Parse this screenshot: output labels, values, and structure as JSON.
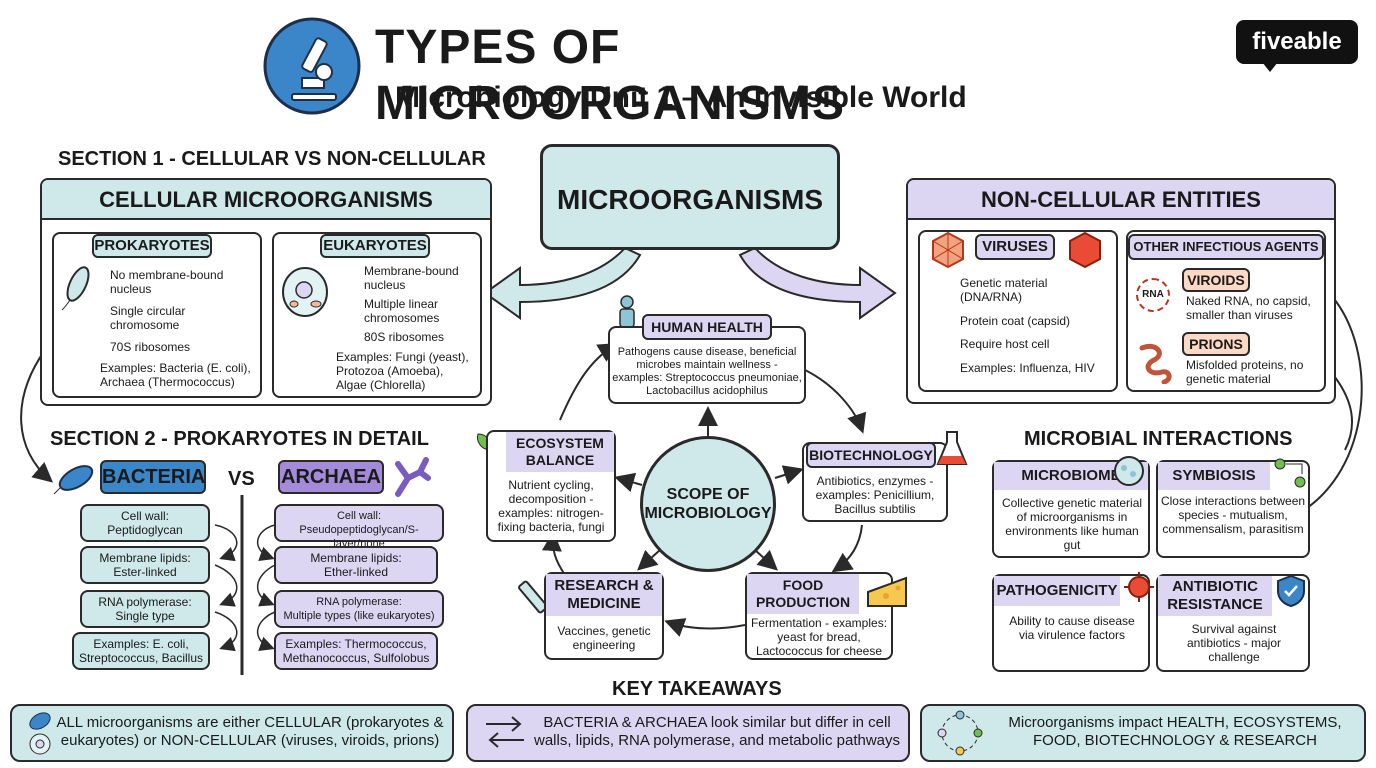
{
  "header": {
    "title": "TYPES OF MICROORGANISMS",
    "subtitle": "Microbiology Unit 1 – An Invisible World",
    "brand": "fiveable"
  },
  "section1": {
    "heading": "SECTION 1 - CELLULAR VS NON-CELLULAR",
    "cellular": {
      "title": "CELLULAR MICROORGANISMS",
      "prokaryotes": {
        "title": "PROKARYOTES",
        "items": [
          "No membrane-bound nucleus",
          "Single circular chromosome",
          "70S ribosomes",
          "Examples: Bacteria (E. coli), Archaea (Thermococcus)"
        ]
      },
      "eukaryotes": {
        "title": "EUKARYOTES",
        "items": [
          "Membrane-bound nucleus",
          "Multiple linear chromosomes",
          "80S ribosomes",
          "Examples: Fungi (yeast), Protozoa (Amoeba), Algae (Chlorella)"
        ]
      }
    },
    "center_title": "MICROORGANISMS",
    "noncellular": {
      "title": "NON-CELLULAR ENTITIES",
      "viruses": {
        "title": "VIRUSES",
        "items": [
          "Genetic material (DNA/RNA)",
          "Protein coat (capsid)",
          "Require host cell",
          "Examples: Influenza, HIV"
        ]
      },
      "other": {
        "title": "OTHER INFECTIOUS AGENTS",
        "viroids": {
          "title": "VIROIDS",
          "text": "Naked RNA, no capsid, smaller than viruses",
          "icon_label": "RNA"
        },
        "prions": {
          "title": "PRIONS",
          "text": "Misfolded proteins, no genetic material"
        }
      }
    }
  },
  "section2": {
    "heading": "SECTION 2 - PROKARYOTES IN DETAIL",
    "bacteria_title": "BACTERIA",
    "vs": "VS",
    "archaea_title": "ARCHAEA",
    "bacteria_items": [
      {
        "a": "Cell wall:",
        "b": "Peptidoglycan"
      },
      {
        "a": "Membrane lipids:",
        "b": "Ester-linked"
      },
      {
        "a": "RNA polymerase:",
        "b": "Single type"
      },
      {
        "a": "Examples: E. coli,",
        "b": "Streptococcus, Bacillus"
      }
    ],
    "archaea_items": [
      {
        "a": "Cell wall:",
        "b": "Pseudopeptidoglycan/S-layer/none"
      },
      {
        "a": "Membrane lipids:",
        "b": "Ether-linked"
      },
      {
        "a": "RNA polymerase:",
        "b": "Multiple types (like eukaryotes)"
      },
      {
        "a": "Examples: Thermococcus,",
        "b": "Methanococcus, Sulfolobus"
      }
    ]
  },
  "scope": {
    "center": "SCOPE OF MICROBIOLOGY",
    "human_health": {
      "title": "HUMAN HEALTH",
      "text": "Pathogens cause disease, beneficial microbes maintain wellness - examples: Streptococcus pneumoniae, Lactobacillus acidophilus"
    },
    "biotech": {
      "title": "BIOTECHNOLOGY",
      "text": "Antibiotics, enzymes - examples: Penicillium, Bacillus subtilis"
    },
    "food": {
      "title": "FOOD PRODUCTION",
      "text": "Fermentation - examples: yeast for bread, Lactococcus for cheese"
    },
    "research": {
      "title": "RESEARCH & MEDICINE",
      "text": "Vaccines, genetic engineering"
    },
    "ecosystem": {
      "title": "ECOSYSTEM BALANCE",
      "text": "Nutrient cycling, decomposition - examples: nitrogen-fixing bacteria, fungi"
    }
  },
  "interactions": {
    "heading": "MICROBIAL INTERACTIONS",
    "microbiome": {
      "title": "MICROBIOME",
      "text": "Collective genetic material of microorganisms in environments like human gut"
    },
    "symbiosis": {
      "title": "SYMBIOSIS",
      "text": "Close interactions between species - mutualism, commensalism, parasitism"
    },
    "pathogenicity": {
      "title": "PATHOGENICITY",
      "text": "Ability to cause disease via virulence factors"
    },
    "resistance": {
      "title": "ANTIBIOTIC RESISTANCE",
      "text": "Survival against antibiotics - major challenge"
    }
  },
  "takeaways": {
    "heading": "KEY TAKEAWAYS",
    "items": [
      "ALL microorganisms are either CELLULAR (prokaryotes & eukaryotes) or NON-CELLULAR (viruses, viroids, prions)",
      "BACTERIA & ARCHAEA look similar but differ in cell walls, lipids, RNA polymerase, and metabolic pathways",
      "Microorganisms impact HEALTH, ECOSYSTEMS, FOOD, BIOTECHNOLOGY & RESEARCH"
    ]
  },
  "colors": {
    "teal": "#cfe9ea",
    "lavender": "#ddd6f3",
    "peach": "#fbd9c4",
    "blue_icon": "#3a86c8",
    "ink": "#2a2a2a"
  }
}
